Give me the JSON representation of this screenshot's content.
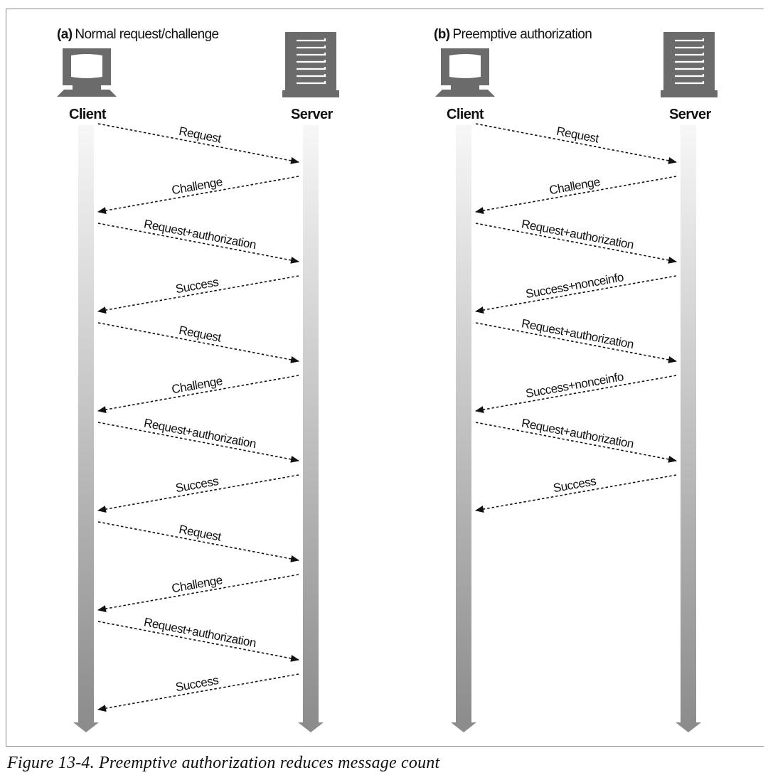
{
  "figure": {
    "caption": "Figure 13-4. Preemptive authorization reduces message count"
  },
  "panels": [
    {
      "id": "a",
      "tag": "(a)",
      "title": "Normal request/challenge",
      "client_label": "Client",
      "server_label": "Server",
      "messages": [
        {
          "label": "Request",
          "direction": "client-to-server"
        },
        {
          "label": "Challenge",
          "direction": "server-to-client"
        },
        {
          "label": "Request+authorization",
          "direction": "client-to-server"
        },
        {
          "label": "Success",
          "direction": "server-to-client"
        },
        {
          "label": "Request",
          "direction": "client-to-server"
        },
        {
          "label": "Challenge",
          "direction": "server-to-client"
        },
        {
          "label": "Request+authorization",
          "direction": "client-to-server"
        },
        {
          "label": "Success",
          "direction": "server-to-client"
        },
        {
          "label": "Request",
          "direction": "client-to-server"
        },
        {
          "label": "Challenge",
          "direction": "server-to-client"
        },
        {
          "label": "Request+authorization",
          "direction": "client-to-server"
        },
        {
          "label": "Success",
          "direction": "server-to-client"
        }
      ]
    },
    {
      "id": "b",
      "tag": "(b)",
      "title": "Preemptive authorization",
      "client_label": "Client",
      "server_label": "Server",
      "messages": [
        {
          "label": "Request",
          "direction": "client-to-server"
        },
        {
          "label": "Challenge",
          "direction": "server-to-client"
        },
        {
          "label": "Request+authorization",
          "direction": "client-to-server"
        },
        {
          "label": "Success+nonceinfo",
          "direction": "server-to-client"
        },
        {
          "label": "Request+authorization",
          "direction": "client-to-server"
        },
        {
          "label": "Success+nonceinfo",
          "direction": "server-to-client"
        },
        {
          "label": "Request+authorization",
          "direction": "client-to-server"
        },
        {
          "label": "Success",
          "direction": "server-to-client"
        }
      ]
    }
  ],
  "colors": {
    "icon": "#6b6b6b",
    "lifeline_top": "#f4f4f4",
    "lifeline_bottom": "#8f8f8f",
    "arrow": "#111111"
  }
}
